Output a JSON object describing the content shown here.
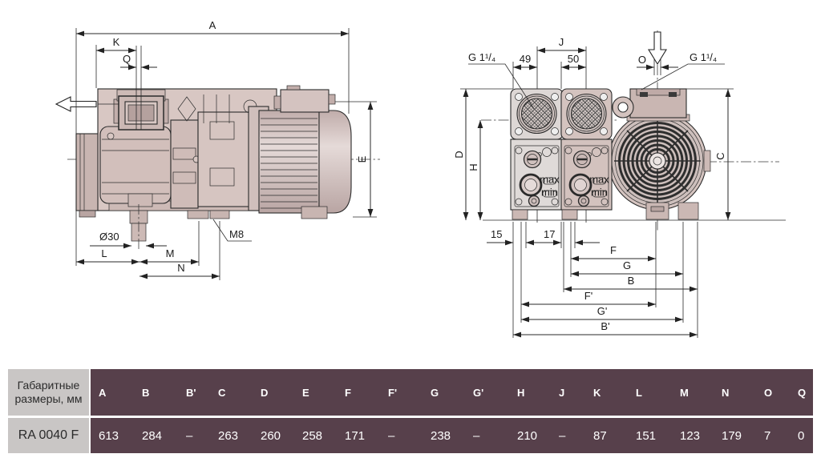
{
  "side_view": {
    "dim_labels": {
      "A": "A",
      "K": "K",
      "Q": "Q",
      "E": "E",
      "diameter_30": "Ø30",
      "L": "L",
      "M": "M",
      "N": "N",
      "thread_m8": "M8"
    }
  },
  "front_view": {
    "dim_labels": {
      "port_thread_left": "G 1¹/₄",
      "width_49": "49",
      "J": "J",
      "width_50": "50",
      "O": "O",
      "port_thread_right": "G 1¹/₄",
      "D": "D",
      "H": "H",
      "C": "C",
      "width_15": "15",
      "width_17": "17",
      "F": "F",
      "G": "G",
      "B": "B",
      "F_prime": "F'",
      "G_prime": "G'",
      "B_prime": "B'"
    },
    "oil_marks": {
      "max": "max",
      "min": "min"
    }
  },
  "table": {
    "corner_label": "Габаритные размеры, мм",
    "model": "RA 0040 F",
    "columns": [
      "A",
      "B",
      "B'",
      "C",
      "D",
      "E",
      "F",
      "F'",
      "G",
      "G'",
      "H",
      "J",
      "K",
      "L",
      "M",
      "N",
      "O",
      "Q"
    ],
    "values": [
      "613",
      "284",
      "–",
      "263",
      "260",
      "258",
      "171",
      "–",
      "238",
      "–",
      "210",
      "–",
      "87",
      "151",
      "123",
      "179",
      "7",
      "0"
    ]
  },
  "colors": {
    "table_bg": "#57404b",
    "table_side_bg": "#c9c6c5",
    "line": "#2a2a2a",
    "body_light": "#dfdad8",
    "body_mid": "#d6c5c1",
    "body_dark": "#c4b0ac"
  }
}
